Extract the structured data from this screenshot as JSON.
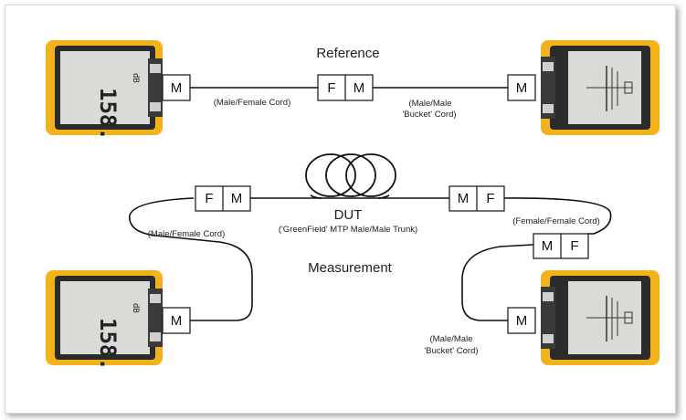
{
  "labels": {
    "reference": "Reference",
    "measurement": "Measurement",
    "dut": "DUT",
    "dut_sub": "('GreenField' MTP Male/Male Trunk)",
    "ref_cord_left": "(Male/Female Cord)",
    "ref_cord_right_1": "(Male/Male",
    "ref_cord_right_2": "'Bucket' Cord)",
    "meas_cord_left": "(Male/Female Cord)",
    "meas_cord_right": "(Female/Female Cord)",
    "meas_bucket_1": "(Male/Male",
    "meas_bucket_2": "'Bucket' Cord)"
  },
  "connectors": {
    "m": "M",
    "f": "F"
  },
  "meter": {
    "reading": "158.",
    "unit": "dB"
  },
  "colors": {
    "meter_body": "#f2b21c",
    "meter_dark": "#2b2b2b",
    "lcd": "#d9dcd6",
    "cable": "#111111",
    "frame_shadow": "#555555"
  }
}
